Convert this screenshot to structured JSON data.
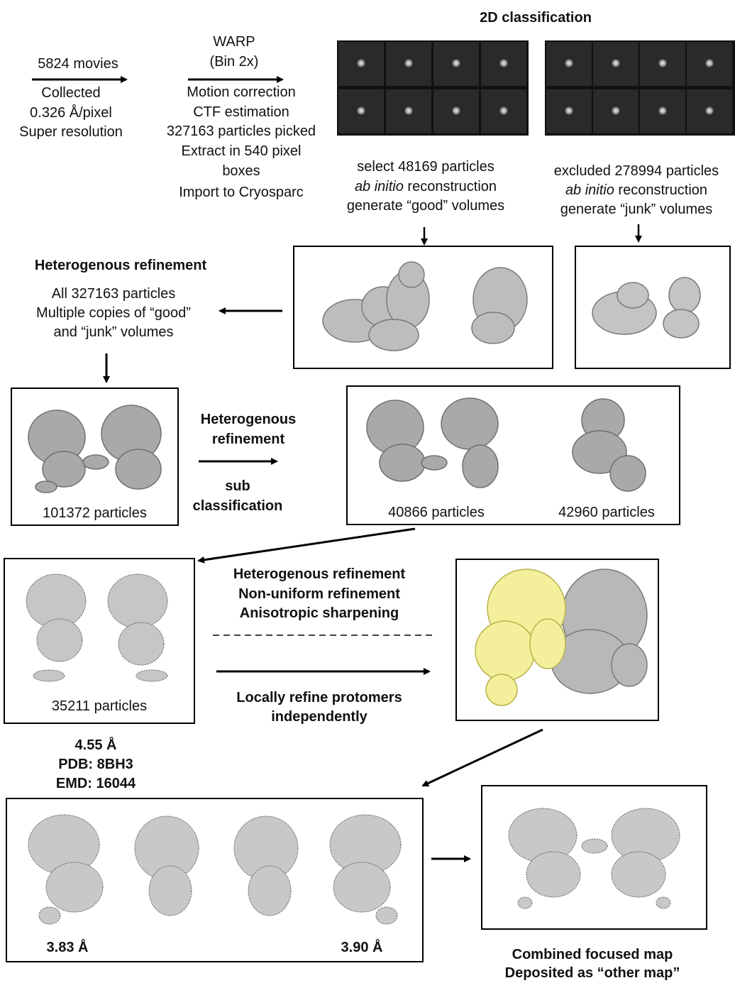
{
  "col_left": {
    "movies": "5824 movies",
    "lines": [
      "Collected",
      "0.326 Å/pixel",
      "Super resolution"
    ]
  },
  "col_mid": {
    "warp": "WARP",
    "bin": "(Bin 2x)",
    "lines": [
      "Motion correction",
      "CTF estimation",
      "327163 particles picked",
      "Extract in 540 pixel",
      "boxes",
      "Import to Cryosparc"
    ]
  },
  "twod": {
    "title": "2D classification",
    "good": {
      "line1": "select 48169 particles",
      "line2_em": "ab initio",
      "line2_rest": " reconstruction",
      "line3": "generate “good” volumes"
    },
    "junk": {
      "line1": "excluded 278994 particles",
      "line2_em": "ab initio",
      "line2_rest": " reconstruction",
      "line3": "generate “junk” volumes"
    }
  },
  "hetero1": {
    "title": "Heterogenous refinement",
    "lines": [
      "All 327163 particles",
      "Multiple copies of “good”",
      "and “junk” volumes"
    ]
  },
  "box_101": {
    "label": "101372 particles"
  },
  "mid_step": {
    "title1": "Heterogenous",
    "title2": "refinement",
    "sub1": "sub",
    "sub2": "classification"
  },
  "box_two": {
    "label_a": "40866 particles",
    "label_b": "42960 particles"
  },
  "box_352": {
    "label": "35211 particles"
  },
  "steps": {
    "lines": [
      "Heterogenous refinement",
      "Non-uniform refinement",
      "Anisotropic sharpening"
    ],
    "local1": "Locally refine protomers",
    "local2": "independently"
  },
  "result": {
    "res": "4.55 Å",
    "pdb": "PDB: 8BH3",
    "emd": "EMD: 16044"
  },
  "local_box": {
    "res_a": "3.83 Å",
    "res_b": "3.90 Å"
  },
  "combined": {
    "line1": "Combined focused map",
    "line2": "Deposited as “other map”"
  },
  "colors": {
    "yellow_map": "#f3ef9a",
    "grey_map": "#b8b8b8"
  }
}
